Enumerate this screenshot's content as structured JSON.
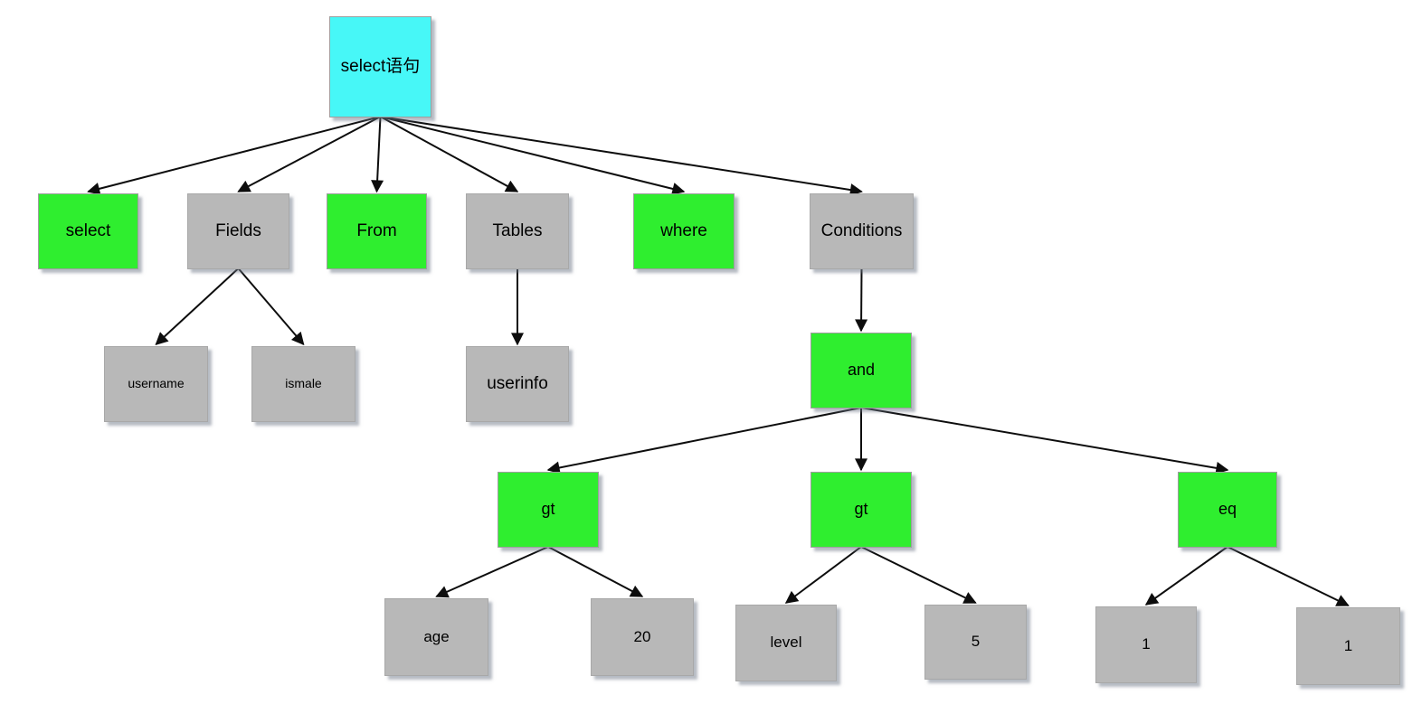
{
  "diagram": {
    "description": "SQL select statement parse tree",
    "colors": {
      "root_fill": "#47f7f7",
      "keyword_fill": "#2fee2f",
      "operand_fill": "#b8b8b8",
      "edge_color": "#0d0d0d",
      "text_color": "#000000",
      "background": "#ffffff"
    },
    "nodes": {
      "root": {
        "label": "select语句"
      },
      "select": {
        "label": "select"
      },
      "fields": {
        "label": "Fields"
      },
      "from": {
        "label": "From"
      },
      "tables": {
        "label": "Tables"
      },
      "where": {
        "label": "where"
      },
      "conditions": {
        "label": "Conditions"
      },
      "username": {
        "label": "username"
      },
      "ismale": {
        "label": "ismale"
      },
      "userinfo": {
        "label": "userinfo"
      },
      "and": {
        "label": "and"
      },
      "gt1": {
        "label": "gt"
      },
      "gt2": {
        "label": "gt"
      },
      "eq": {
        "label": "eq"
      },
      "age": {
        "label": "age"
      },
      "num20": {
        "label": "20"
      },
      "level": {
        "label": "level"
      },
      "num5": {
        "label": "5"
      },
      "one1": {
        "label": "1"
      },
      "one2": {
        "label": "1"
      }
    },
    "edges": [
      {
        "from": "root",
        "to": "select"
      },
      {
        "from": "root",
        "to": "fields"
      },
      {
        "from": "root",
        "to": "from"
      },
      {
        "from": "root",
        "to": "tables"
      },
      {
        "from": "root",
        "to": "where"
      },
      {
        "from": "root",
        "to": "conditions"
      },
      {
        "from": "fields",
        "to": "username"
      },
      {
        "from": "fields",
        "to": "ismale"
      },
      {
        "from": "tables",
        "to": "userinfo"
      },
      {
        "from": "conditions",
        "to": "and"
      },
      {
        "from": "and",
        "to": "gt1"
      },
      {
        "from": "and",
        "to": "gt2"
      },
      {
        "from": "and",
        "to": "eq"
      },
      {
        "from": "gt1",
        "to": "age"
      },
      {
        "from": "gt1",
        "to": "num20"
      },
      {
        "from": "gt2",
        "to": "level"
      },
      {
        "from": "gt2",
        "to": "num5"
      },
      {
        "from": "eq",
        "to": "one1"
      },
      {
        "from": "eq",
        "to": "one2"
      }
    ]
  }
}
